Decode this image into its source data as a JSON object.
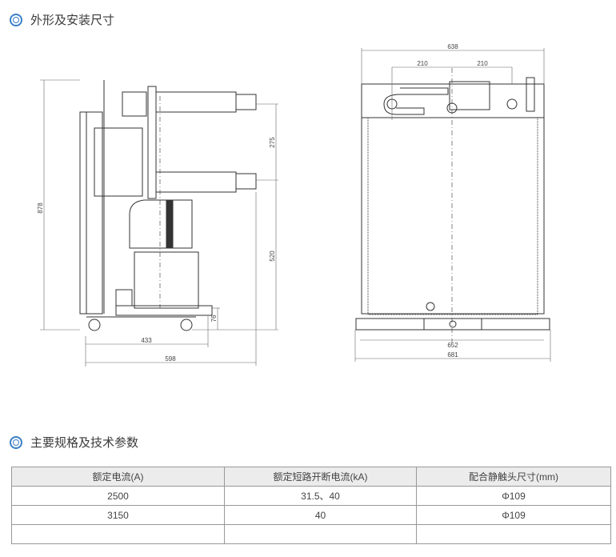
{
  "sections": {
    "dimensions_title": "外形及安装尺寸",
    "specs_title": "主要规格及技术参数"
  },
  "drawing_side": {
    "dims": [
      "878",
      "275",
      "520",
      "76",
      "433",
      "598"
    ]
  },
  "drawing_front": {
    "dims": [
      "638",
      "210",
      "210",
      "652",
      "681"
    ]
  },
  "table": {
    "headers": [
      "额定电流(A)",
      "额定短路开断电流(kA)",
      "配合静触头尺寸(mm)"
    ],
    "rows": [
      [
        "2500",
        "31.5、40",
        "Φ109"
      ],
      [
        "3150",
        "40",
        "Φ109"
      ],
      [
        "",
        "",
        ""
      ]
    ]
  },
  "colors": {
    "accent": "#3a7fc6"
  }
}
